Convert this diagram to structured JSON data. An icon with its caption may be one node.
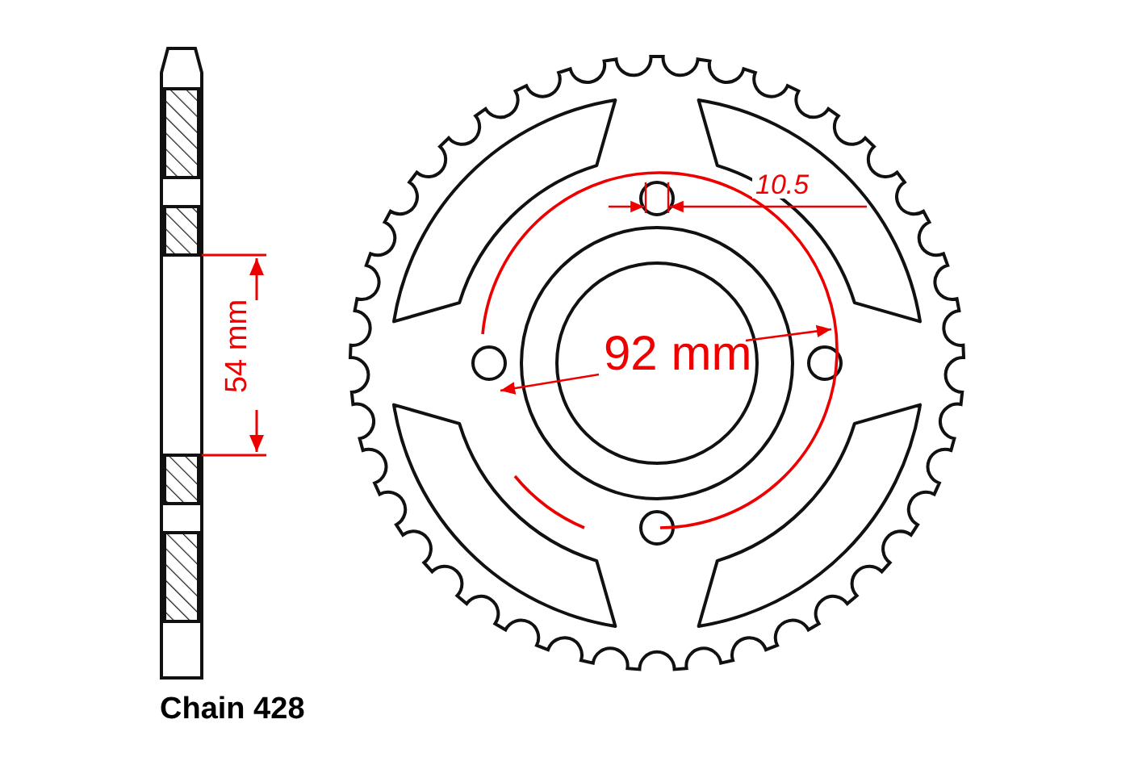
{
  "diagram": {
    "labels": [
      "10.5",
      "92 mm",
      "54 mm",
      "Chain 428"
    ]
  }
}
